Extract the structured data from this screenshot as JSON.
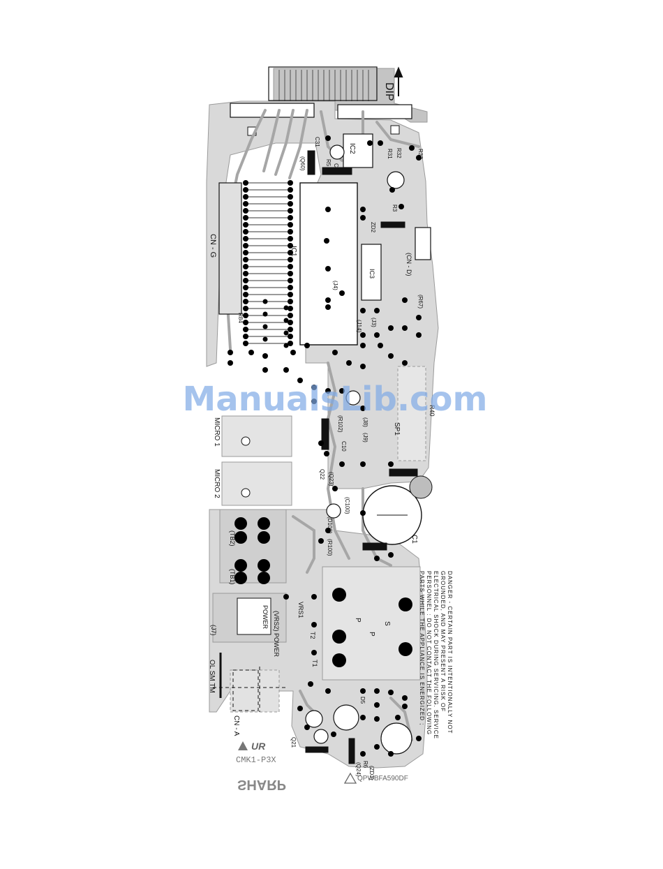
{
  "colors": {
    "copper": "#bdbdbd",
    "trace": "#d6d6d6",
    "ink": "#111111",
    "pad": "#000000",
    "watermark": "#7fa9e6"
  },
  "board": {
    "dip_label": "DIP",
    "connector_g": "CN - G",
    "connector_a": "CN - A",
    "connector_d": "(CN - D)",
    "ic1": "IC1",
    "ic2": "IC2",
    "ic3": "IC3",
    "sp1": "SP1",
    "micro1": "MICRO 1",
    "micro2": "MICRO 2",
    "tb1": "(TB1)",
    "tb2": "(TB2)",
    "j7": "(J7)",
    "power_upper": "POWER",
    "power_lower": "(VRS2) POWER",
    "vrs1": "VRS1",
    "ol_sm_tm": "OL  SM  TM",
    "transformer_p1": "P",
    "transformer_p2": "P",
    "transformer_s": "S",
    "t1": "T1",
    "t2": "T2",
    "c1": "C1",
    "c30": "C30",
    "c31": "C31",
    "c100": "(C100)",
    "d100": "(D100)",
    "r100": "(R100)",
    "d5": "D5",
    "q21": "Q21",
    "q22": "Q22",
    "q23": "(Q23)",
    "q24": "(Q24)",
    "q60": "(Q60)",
    "zd2": "ZD2",
    "zd3": "(ZD3)",
    "r3": "R3",
    "r5": "R5",
    "r31": "R31",
    "r32": "R32",
    "r33": "R33",
    "r40": "R40",
    "r67": "(R67)",
    "r84": "R84",
    "r102": "(R102)",
    "j4": "(J4)",
    "j8": "(J8)",
    "j9": "(J9)",
    "j3": "(J3)",
    "j14": "(J14)",
    "c10": "C10",
    "r6": "R6"
  },
  "danger_notice": [
    "DANGER - CERTAIN PART IS INTENTIONALLY NOT",
    "GROUNDED, AND MAY PRESENT A RISK OF",
    "ELECTRICAL SHOCK DURING SERVICING. SERVICE",
    "PERSONNEL : DO NOT CONTACT THE FOLLOWING",
    "PARTS WHILE THE APPLIANCE IS ENERGIZED ;"
  ],
  "footer": {
    "brand": "SHARP",
    "model": "CMK1-P3X",
    "part_no": "QPWBFA590DF",
    "ur_mark": "UR"
  },
  "watermark": "ManualsLib.com"
}
